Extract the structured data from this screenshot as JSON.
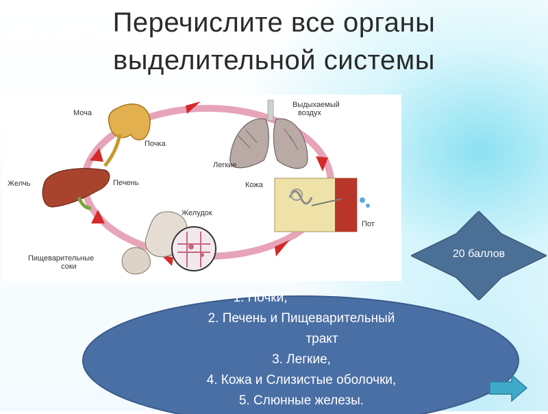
{
  "slide": {
    "title_line1": "Перечислите  все органы",
    "title_line2": "выделительной системы",
    "title_line3": "организма"
  },
  "diagram": {
    "labels": {
      "urine": "Моча",
      "kidney": "Почка",
      "exhaled_line1": "Выдыхаемый",
      "exhaled_line2": "воздух",
      "lungs": "Легкие",
      "skin": "Кожа",
      "sweat": "Пот",
      "bile": "Желчь",
      "liver": "Печень",
      "stomach": "Желудок",
      "juices_line1": "Пищеварительные",
      "juices_line2": "соки"
    },
    "colors": {
      "ring": "#e7a4b8",
      "arrow": "#d42a2a"
    }
  },
  "score": {
    "label": "20 баллов",
    "color": "#4b6f95"
  },
  "answer": {
    "color": "#4a6fa5",
    "items": [
      "1.    Почки,",
      "2. Печень и Пищеварительный",
      "тракт",
      "3. Легкие,",
      "4. Кожа и Слизистые оболочки,",
      "5. Слюнные железы."
    ]
  },
  "nav": {
    "next_icon": "arrow-right-icon",
    "color": "#3fa9c9"
  }
}
